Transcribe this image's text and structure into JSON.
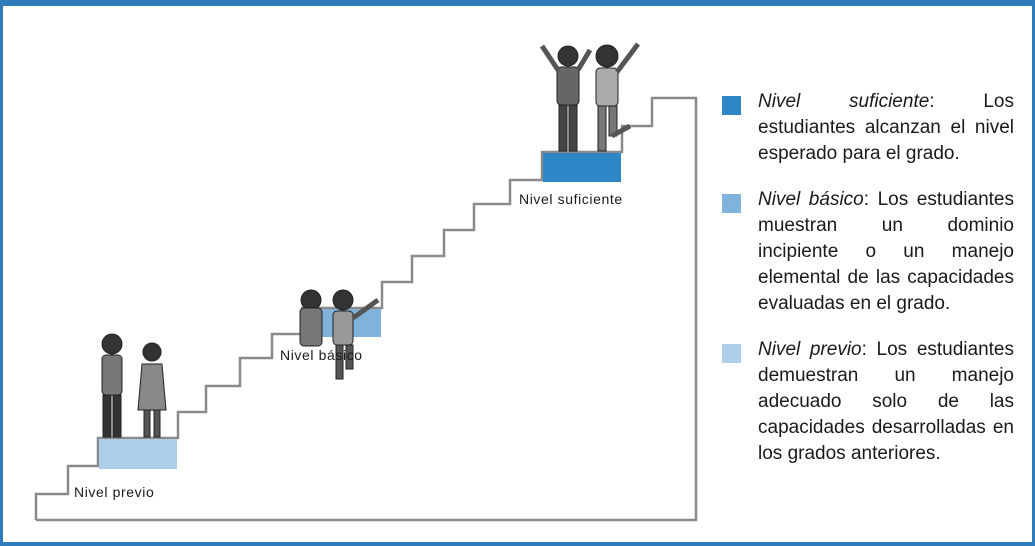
{
  "levels": [
    {
      "step_label": "Nivel previo",
      "legend_name": "Nivel previo",
      "legend_text": ": Los estudiantes demuestran un manejo adecuado solo de las capacidades desarrolladas en los grados anteriores.",
      "color": "#aecde8",
      "figure_icon": "two-students-standing-icon"
    },
    {
      "step_label": "Nivel básico",
      "legend_name": "Nivel básico",
      "legend_text": ": Los estudiantes muestran un dominio incipiente o un manejo elemental de las capacidades evaluadas en el grado.",
      "color": "#7fb3dc",
      "figure_icon": "two-students-climbing-icon"
    },
    {
      "step_label": "Nivel suficiente",
      "legend_name": "Nivel suficiente",
      "legend_text": ": Los estudiantes alcanzan el nivel esperado para el grado.",
      "color": "#2f86c6",
      "figure_icon": "two-students-celebrating-icon"
    }
  ],
  "colors": {
    "frame": "#2f7ab8",
    "stairs": "#8a8a8a"
  }
}
